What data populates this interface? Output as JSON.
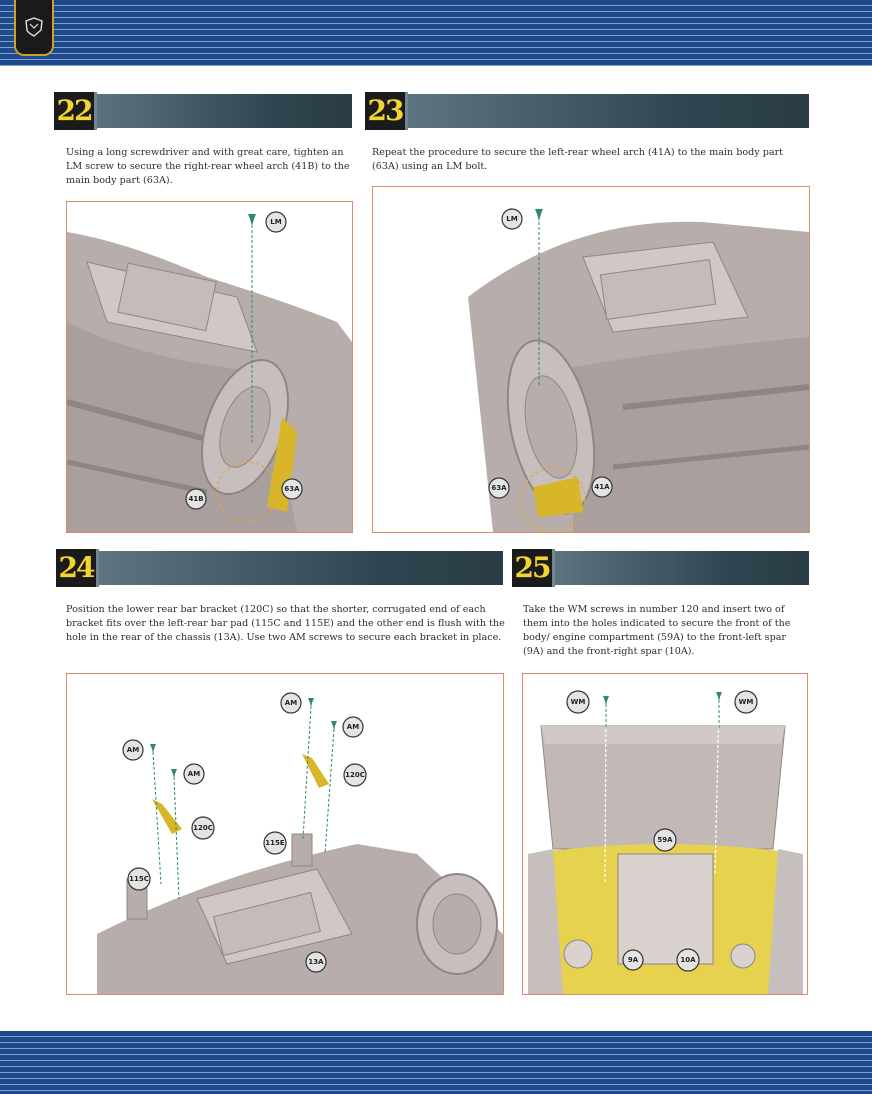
{
  "steps": [
    {
      "number": "22",
      "text": "Using a long screwdriver and with great care, tighten an LM screw to secure the right-rear wheel arch (41B) to the main body part (63A).",
      "labels": [
        "LM",
        "41B",
        "63A"
      ]
    },
    {
      "number": "23",
      "text": "Repeat the procedure to secure the left-rear wheel arch (41A) to the main body part (63A) using an LM bolt.",
      "labels": [
        "LM",
        "63A",
        "41A"
      ]
    },
    {
      "number": "24",
      "text": "Position the lower rear bar bracket (120C) so that the shorter, corrugated end of each bracket fits over the left-rear bar pad (115C and 115E) and the other end is flush with the hole in the rear of the chassis (13A). Use two AM screws to secure each bracket in place.",
      "labels": [
        "AM",
        "AM",
        "AM",
        "AM",
        "120C",
        "120C",
        "115C",
        "115E",
        "13A"
      ]
    },
    {
      "number": "25",
      "text": "Take the WM screws in number 120 and insert two of them into the holes indicated to secure the front of the body/ engine compartment (59A) to the front-left spar (9A) and the front-right spar (10A).",
      "labels": [
        "WM",
        "WM",
        "59A",
        "9A",
        "10A"
      ]
    }
  ],
  "colors": {
    "band_blue": "#1e4a8c",
    "step_number": "#f2d531",
    "panel_border": "#e08b6f",
    "part_yellow": "#d9b52a",
    "screw_green": "#2e8b6a"
  }
}
